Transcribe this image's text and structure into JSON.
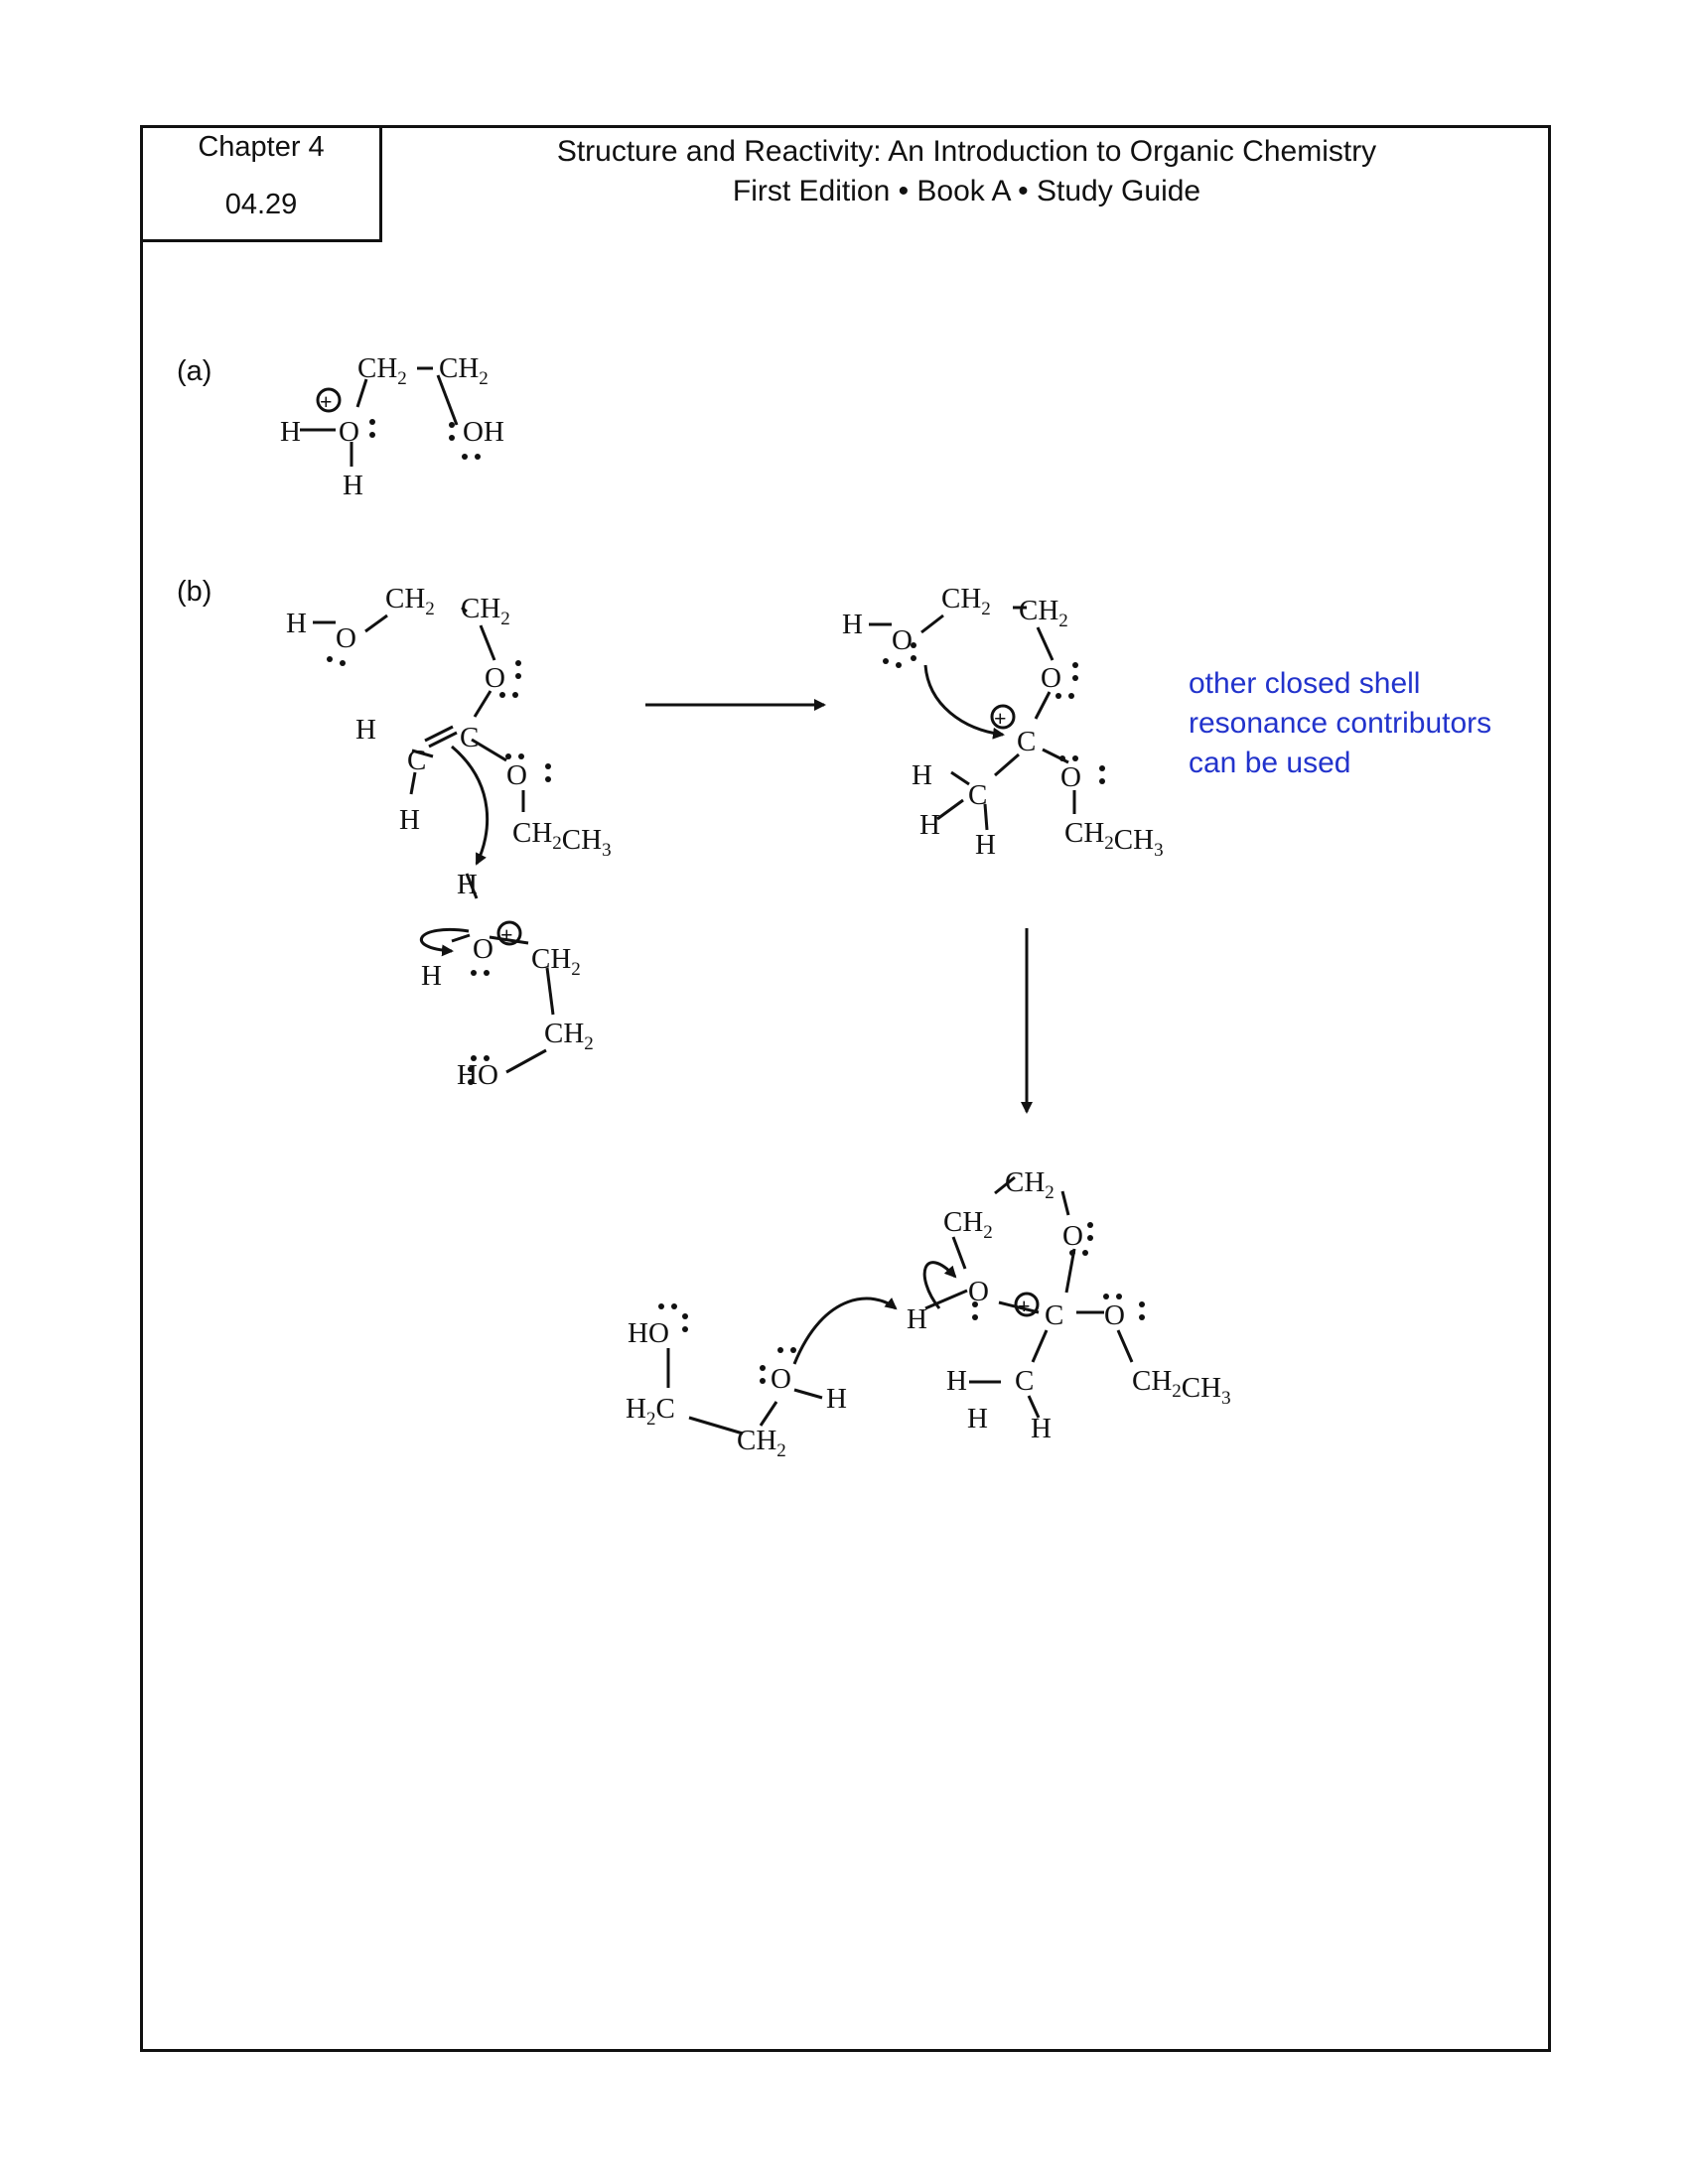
{
  "header": {
    "chapter": "Chapter 4",
    "problem_number": "04.29",
    "book_title": "Structure and Reactivity: An Introduction to Organic Chemistry",
    "edition_line": "First Edition • Book A • Study Guide"
  },
  "parts": {
    "a_label": "(a)",
    "b_label": "(b)"
  },
  "note": {
    "lines": [
      "other closed shell",
      "resonance contributors",
      "can be used"
    ],
    "color": "#2233cc"
  }
}
